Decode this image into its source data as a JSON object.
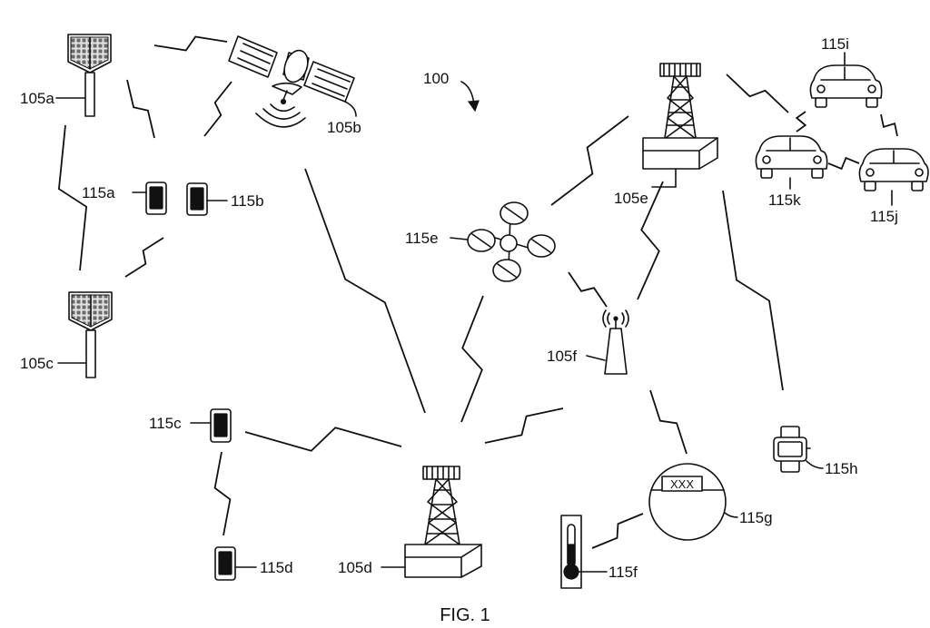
{
  "figure": {
    "ref_system": "100",
    "caption": "FIG. 1"
  },
  "nodes": {
    "n105a": "105a",
    "n105b": "105b",
    "n105c": "105c",
    "n105d": "105d",
    "n105e": "105e",
    "n105f": "105f",
    "n115a": "115a",
    "n115b": "115b",
    "n115c": "115c",
    "n115d": "115d",
    "n115e": "115e",
    "n115f": "115f",
    "n115g": "115g",
    "n115h": "115h",
    "n115i": "115i",
    "n115j": "115j",
    "n115k": "115k"
  },
  "meter_display": "XXX"
}
